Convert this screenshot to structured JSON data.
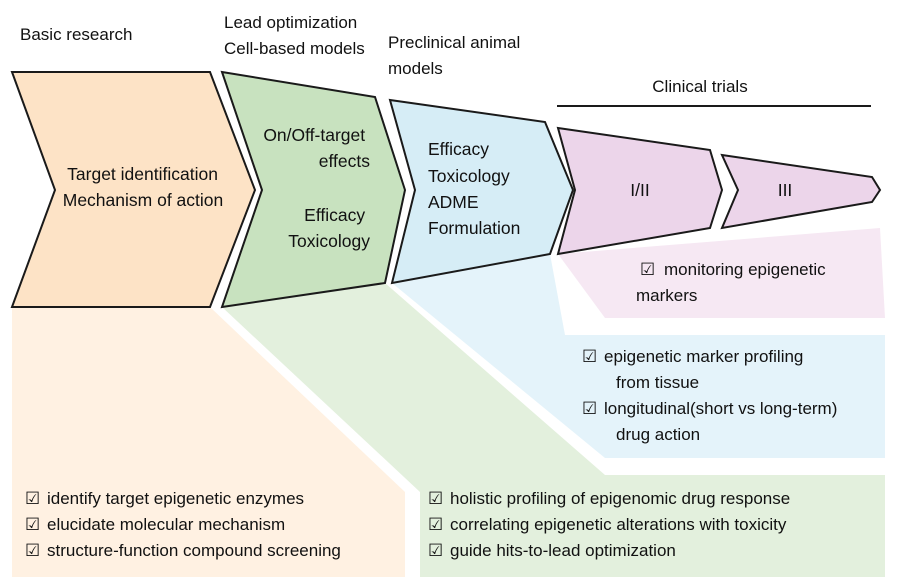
{
  "colors": {
    "basic": "#fde3c6",
    "basic_light": "#fff1e2",
    "lead": "#c8e2bf",
    "lead_light": "#e3f0dd",
    "preclinical": "#d6edf6",
    "preclinical_light": "#e4f3fa",
    "clinical": "#ecd5ea",
    "clinical_light": "#f6e8f3",
    "outline": "#1a1a1a"
  },
  "stages": {
    "basic": {
      "header": "Basic research",
      "inner": [
        "Target identification",
        "Mechanism of action"
      ]
    },
    "lead": {
      "header": [
        "Lead optimization",
        "Cell-based models"
      ],
      "inner_top": [
        "On/Off-target",
        "effects"
      ],
      "inner_bottom": [
        "Efficacy",
        "Toxicology"
      ]
    },
    "preclinical": {
      "header": [
        "Preclinical animal",
        "models"
      ],
      "inner": [
        "Efficacy",
        "Toxicology",
        "ADME",
        "Formulation"
      ]
    },
    "clinical": {
      "header": "Clinical trials",
      "phase1": "I/II",
      "phase2": "III"
    }
  },
  "panels": {
    "clinical": {
      "check": "☑",
      "lines": [
        "monitoring epigenetic",
        "markers"
      ]
    },
    "preclinical": {
      "check": "☑",
      "items": [
        [
          "epigenetic marker profiling",
          "from tissue"
        ],
        [
          "longitudinal(short vs long-term)",
          "drug action"
        ]
      ]
    },
    "lead": {
      "check": "☑",
      "items": [
        "holistic profiling of epigenomic drug response",
        "correlating epigenetic alterations with toxicity",
        "guide hits-to-lead optimization"
      ]
    },
    "basic": {
      "check": "☑",
      "items": [
        "identify target epigenetic enzymes",
        "elucidate molecular mechanism",
        "structure-function compound screening"
      ]
    }
  }
}
